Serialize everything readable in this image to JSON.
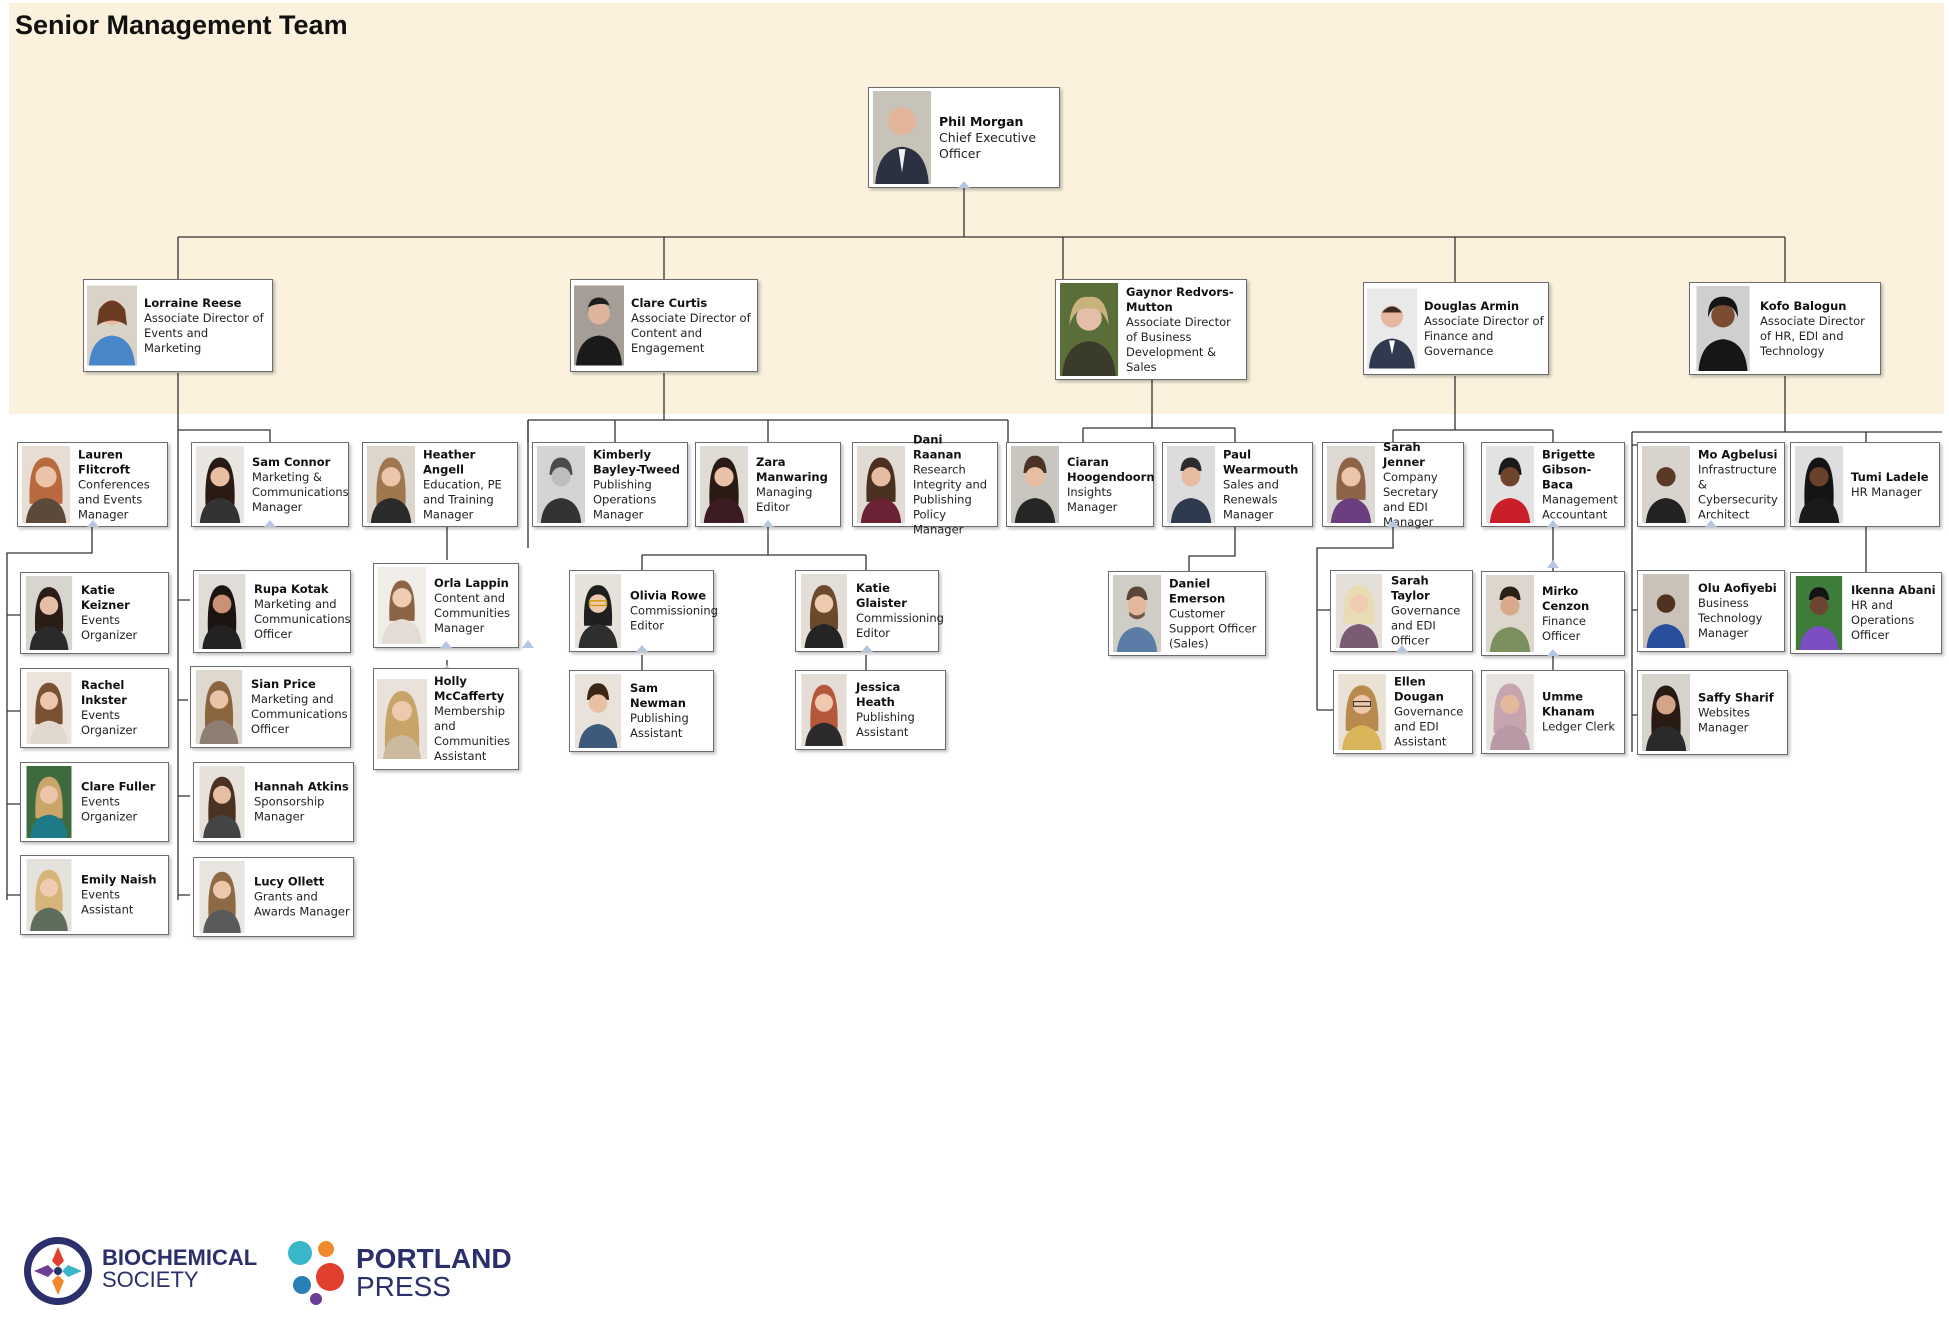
{
  "title": "Senior Management Team",
  "people": [
    {
      "id": "phil",
      "name": "Phil Morgan",
      "role": "Chief Executive Officer"
    },
    {
      "id": "lorraine",
      "name": "Lorraine Reese",
      "role": "Associate Director of Events and Marketing"
    },
    {
      "id": "clare_c",
      "name": "Clare Curtis",
      "role": "Associate Director of Content and Engagement"
    },
    {
      "id": "gaynor",
      "name": "Gaynor Redvors-Mutton",
      "role": "Associate Director of Business Development & Sales"
    },
    {
      "id": "douglas",
      "name": "Douglas Armin",
      "role": "Associate Director of Finance and Governance"
    },
    {
      "id": "kofo",
      "name": "Kofo Balogun",
      "role": "Associate Director of HR, EDI and Technology"
    },
    {
      "id": "lauren",
      "name": "Lauren Flitcroft",
      "role": "Conferences and Events Manager"
    },
    {
      "id": "katie_k",
      "name": "Katie Keizner",
      "role": "Events Organizer"
    },
    {
      "id": "rachel",
      "name": "Rachel Inkster",
      "role": "Events Organizer"
    },
    {
      "id": "clare_f",
      "name": "Clare Fuller",
      "role": "Events Organizer"
    },
    {
      "id": "emily",
      "name": "Emily Naish",
      "role": "Events Assistant"
    },
    {
      "id": "sam_c",
      "name": "Sam Connor",
      "role": "Marketing & Communications Manager"
    },
    {
      "id": "rupa",
      "name": "Rupa Kotak",
      "role": "Marketing and Communications Officer"
    },
    {
      "id": "sian",
      "name": "Sian Price",
      "role": "Marketing and Communications Officer"
    },
    {
      "id": "hannah",
      "name": "Hannah Atkins",
      "role": "Sponsorship Manager"
    },
    {
      "id": "lucy",
      "name": "Lucy Ollett",
      "role": "Grants and Awards Manager"
    },
    {
      "id": "heather",
      "name": "Heather Angell",
      "role": "Education, PE and Training Manager"
    },
    {
      "id": "orla",
      "name": "Orla Lappin",
      "role": "Content  and Communities Manager"
    },
    {
      "id": "holly",
      "name": "Holly McCafferty",
      "role": "Membership and Communities Assistant"
    },
    {
      "id": "kimberly",
      "name": "Kimberly Bayley-Tweed",
      "role": "Publishing Operations Manager"
    },
    {
      "id": "zara",
      "name": "Zara Manwaring",
      "role": "Managing Editor"
    },
    {
      "id": "olivia",
      "name": "Olivia Rowe",
      "role": "Commissioning Editor"
    },
    {
      "id": "sam_n",
      "name": "Sam Newman",
      "role": "Publishing Assistant"
    },
    {
      "id": "katie_g",
      "name": "Katie Glaister",
      "role": "Commissioning Editor"
    },
    {
      "id": "jessica",
      "name": "Jessica Heath",
      "role": "Publishing Assistant"
    },
    {
      "id": "dani",
      "name": "Dani Raanan",
      "role": "Research Integrity and Publishing Policy Manager"
    },
    {
      "id": "ciaran",
      "name": "Ciaran Hoogendoorn",
      "role": "Insights Manager"
    },
    {
      "id": "paul",
      "name": "Paul Wearmouth",
      "role": "Sales and Renewals Manager"
    },
    {
      "id": "daniel",
      "name": "Daniel Emerson",
      "role": "Customer Support Officer (Sales)"
    },
    {
      "id": "sarah_j",
      "name": "Sarah Jenner",
      "role": "Company Secretary and EDI Manager"
    },
    {
      "id": "sarah_t",
      "name": "Sarah Taylor",
      "role": "Governance and EDI Officer"
    },
    {
      "id": "ellen",
      "name": "Ellen Dougan",
      "role": "Governance and EDI Assistant"
    },
    {
      "id": "brigette",
      "name": "Brigette Gibson-Baca",
      "role": "Management Accountant"
    },
    {
      "id": "mirko",
      "name": "Mirko Cenzon",
      "role": "Finance Officer"
    },
    {
      "id": "umme",
      "name": "Umme Khanam",
      "role": "Ledger Clerk"
    },
    {
      "id": "mo",
      "name": "Mo Agbelusi",
      "role": "Infrastructure & Cybersecurity Architect"
    },
    {
      "id": "olu",
      "name": "Olu Aofiyebi",
      "role": "Business Technology Manager"
    },
    {
      "id": "saffy",
      "name": "Saffy Sharif",
      "role": "Websites Manager"
    },
    {
      "id": "tumi",
      "name": "Tumi Ladele",
      "role": "HR Manager"
    },
    {
      "id": "ikenna",
      "name": "Ikenna Abani",
      "role": "HR and Operations Officer"
    }
  ],
  "footer": {
    "logo1_line1": "BIOCHEMICAL",
    "logo1_line2": "SOCIETY",
    "logo2_line1": "PORTLAND",
    "logo2_line2": "PRESS"
  },
  "colors": {
    "banner": "#fbf1dd",
    "logo_navy": "#2b2f6b",
    "logo_red": "#e2402e",
    "logo_teal": "#3ab6c9",
    "logo_orange": "#f18a2c",
    "logo_purple": "#6b3f94"
  }
}
